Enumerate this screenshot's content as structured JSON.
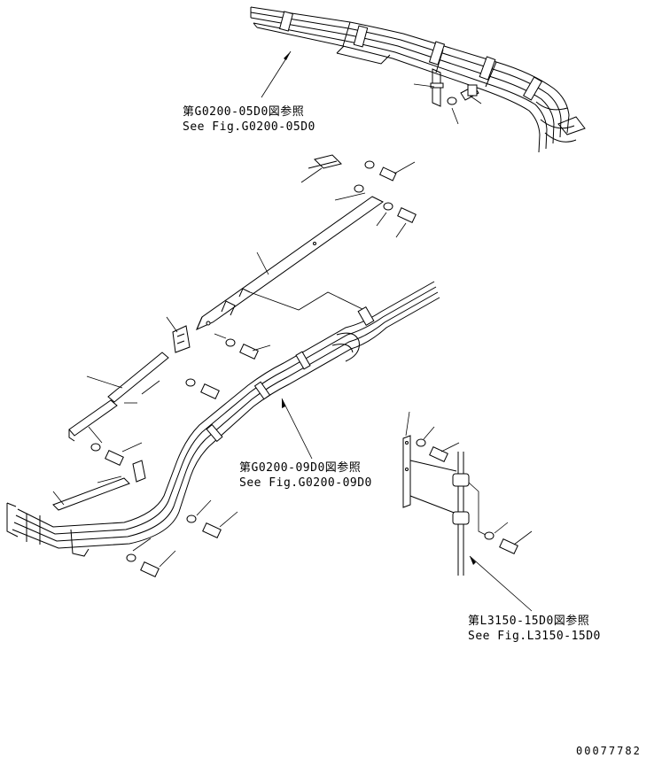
{
  "references": [
    {
      "jp": "第G0200-05D0図参照",
      "en": "See Fig.G0200-05D0"
    },
    {
      "jp": "第G0200-09D0図参照",
      "en": "See Fig.G0200-09D0"
    },
    {
      "jp": "第L3150-15D0図参照",
      "en": "See Fig.L3150-15D0"
    }
  ],
  "drawing_code": "00077782"
}
